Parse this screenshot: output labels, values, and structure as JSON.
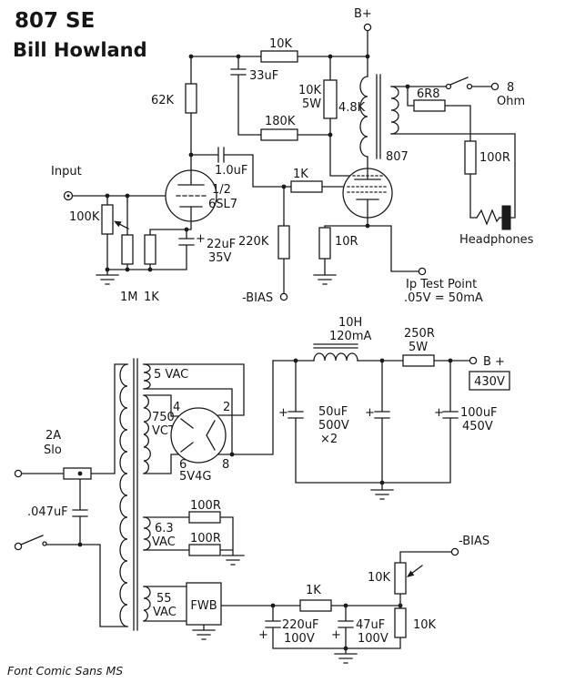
{
  "title": "807 SE",
  "author": "Bill Howland",
  "footer_note": "Font Comic Sans MS",
  "plus_sign": "+",
  "amp": {
    "b_plus": "B+",
    "r_supply": "10K",
    "c_decouple": "33uF",
    "r_plate": "62K",
    "r_screen": "10K",
    "r_screen_w": "5W",
    "opt_impedance": "4.8K",
    "r_fb": "180K",
    "c_couple": "1.0uF",
    "v1_half": "1/2",
    "v1": "6SL7",
    "input": "Input",
    "pot_vol": "100K",
    "c_k": "22uF",
    "c_k_v": "35V",
    "r_gridleak": "1M",
    "r_k": "1K",
    "r_gridstop": "1K",
    "r_grid2": "220K",
    "r_sense": "10R",
    "bias": "-BIAS",
    "v2": "807",
    "ip_test": "Ip Test Point",
    "ip_cal": ".05V = 50mA",
    "r_out": "6R8",
    "ohm_num": "8",
    "ohm_word": "Ohm",
    "r_phones": "100R",
    "headphones": "Headphones"
  },
  "psu": {
    "w5": "5 VAC",
    "w750": "750",
    "w750b": "VCT",
    "v3": "5V4G",
    "pin2": "2",
    "pin4": "4",
    "pin6": "6",
    "pin8": "8",
    "choke_h": "10H",
    "choke_ma": "120mA",
    "r_filter": "250R",
    "r_filter_w": "5W",
    "b_out": "B +",
    "b_out_v": "430V",
    "c_f1": "50uF",
    "c_f1_v": "500V",
    "c_f1_qty": "×2",
    "c_f2": "100uF",
    "c_f2_v": "450V",
    "fuse_a": "2A",
    "fuse_slo": "Slo",
    "c_line": ".047uF",
    "w63": "6.3",
    "w63b": "VAC",
    "r_hum1": "100R",
    "r_hum2": "100R",
    "w55": "55",
    "w55b": "VAC",
    "fwb": "FWB",
    "r_bias": "1K",
    "c_b1": "220uF",
    "c_b1_v": "100V",
    "c_b2": "47uF",
    "c_b2_v": "100V",
    "pot_bias": "10K",
    "r_bias2": "10K",
    "bias_out": "-BIAS"
  }
}
